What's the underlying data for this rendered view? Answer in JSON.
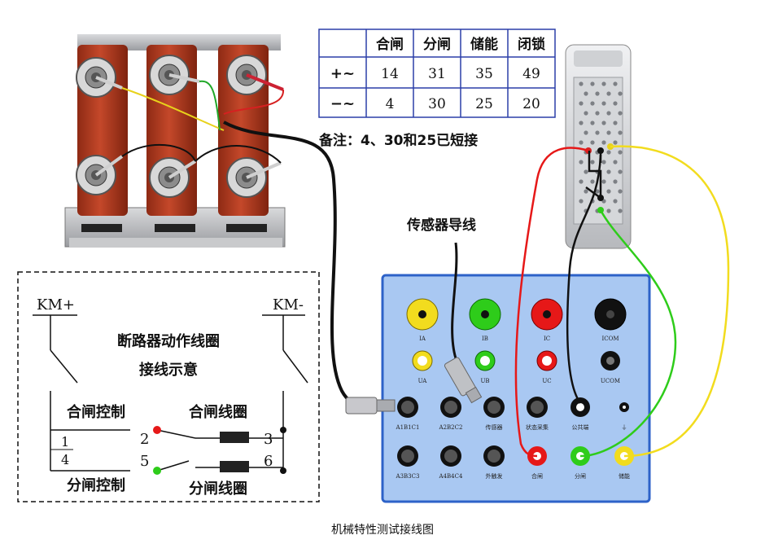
{
  "table": {
    "headers": [
      "合闸",
      "分闸",
      "储能",
      "闭锁"
    ],
    "rows": [
      {
        "label": "+~",
        "values": [
          "14",
          "31",
          "35",
          "49"
        ]
      },
      {
        "label": "−~",
        "values": [
          "4",
          "30",
          "25",
          "20"
        ]
      }
    ]
  },
  "note": "备注：4、30和25已短接",
  "sensor_label": "传感器导线",
  "schematic": {
    "km_plus": "KM+",
    "km_minus": "KM-",
    "title_line1": "断路器动作线圈",
    "title_line2": "接线示意",
    "close_control": "合闸控制",
    "close_coil": "合闸线圈",
    "open_control": "分闸控制",
    "open_coil": "分闸线圈",
    "n1": "1",
    "n2": "2",
    "n3": "3",
    "n4": "4",
    "n5": "5",
    "n6": "6"
  },
  "panel": {
    "row1": [
      "IA",
      "IB",
      "IC",
      "ICOM"
    ],
    "row2": [
      "UA",
      "UB",
      "UC",
      "UCOM"
    ],
    "row3": [
      "A1B1C1",
      "A2B2C2",
      "传感器",
      "状态采集",
      "公共端"
    ],
    "row4": [
      "A3B3C3",
      "A4B4C4",
      "外触发",
      "合闸",
      "分闸",
      "储能"
    ]
  },
  "colors": {
    "yellow": "#f2dc1e",
    "green": "#2ecc1a",
    "red": "#e61818",
    "black": "#111111",
    "panel": "#a9c8f2",
    "panel_border": "#2d62c8",
    "breaker": "#b5391f"
  },
  "caption": "机械特性测试接线图"
}
